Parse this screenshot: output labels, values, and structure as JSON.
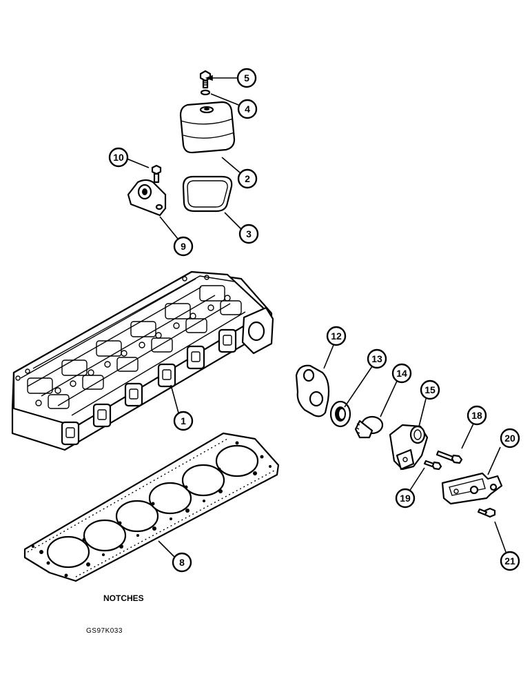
{
  "callouts": {
    "c1": "1",
    "c2": "2",
    "c3": "3",
    "c4": "4",
    "c5": "5",
    "c8": "8",
    "c9": "9",
    "c10": "10",
    "c12": "12",
    "c13": "13",
    "c14": "14",
    "c15": "15",
    "c18": "18",
    "c19": "19",
    "c20": "20",
    "c21": "21"
  },
  "labels": {
    "notches": "NOTCHES",
    "figure_code": "GS97K033"
  }
}
